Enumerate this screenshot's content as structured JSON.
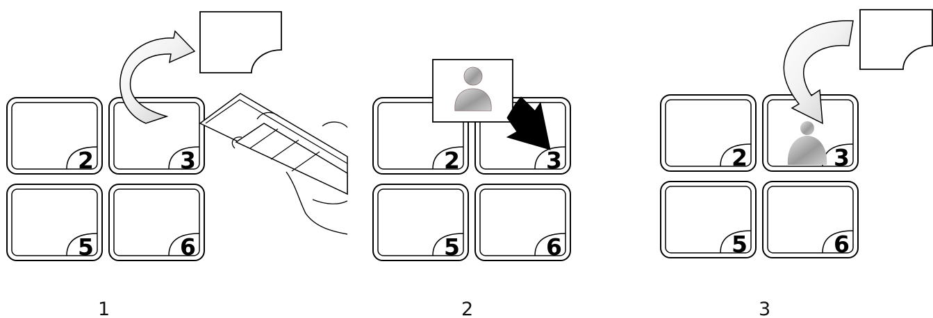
{
  "panels": [
    {
      "step": "1",
      "keys": [
        "2",
        "3",
        "5",
        "6"
      ]
    },
    {
      "step": "2",
      "keys": [
        "2",
        "3",
        "5",
        "6"
      ]
    },
    {
      "step": "3",
      "keys": [
        "2",
        "3",
        "5",
        "6"
      ]
    }
  ],
  "colors": {
    "stroke": "#000000",
    "arrow_fill": "#cfcfcf",
    "icon_gray": "#9b9b9b",
    "icon_light": "#d8d8d8",
    "background": "#ffffff"
  },
  "icons": {
    "cutter": "utility-knife-icon",
    "person": "person-silhouette-icon",
    "curved_arrow": "curved-arrow-icon",
    "straight_arrow": "arrow-down-right-icon"
  }
}
